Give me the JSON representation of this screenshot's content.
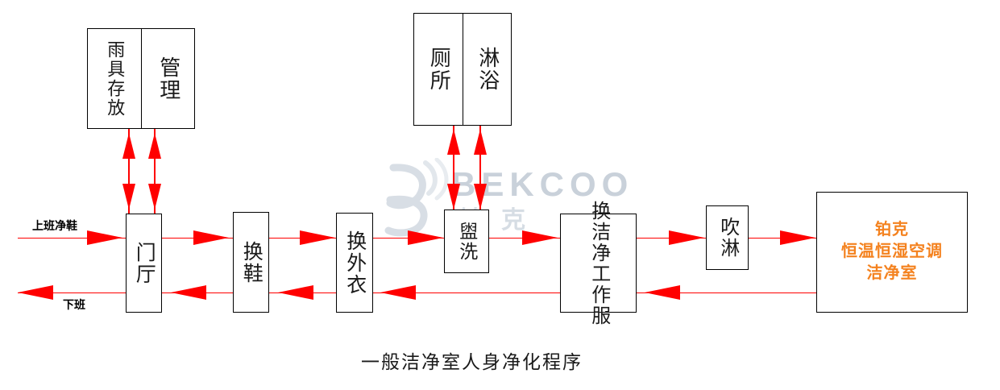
{
  "diagram": {
    "caption": "一般洁净室人身净化程序",
    "watermark": {
      "brand_latin": "BEKCOO",
      "brand_cn": "铂克"
    },
    "colors": {
      "flow_line": "#ff0000",
      "box_border": "#000000",
      "brand_orange": "#f4821f",
      "watermark_gray": "#c9d1da",
      "text": "#1a1a1a"
    },
    "top_groups": [
      {
        "name": "entrance-support-group",
        "cells": [
          "雨具存放",
          "管理"
        ]
      },
      {
        "name": "sanitary-group",
        "cells": [
          "厕所",
          "淋浴"
        ]
      }
    ],
    "nodes": [
      {
        "id": "menting",
        "label": "门厅"
      },
      {
        "id": "huanxie",
        "label": "换鞋"
      },
      {
        "id": "huanwaiyi",
        "label": "换外衣"
      },
      {
        "id": "guanxi",
        "label": "盥洗"
      },
      {
        "id": "huanjiejing",
        "label": "换洁净工作服"
      },
      {
        "id": "chuilin",
        "label": "吹淋"
      }
    ],
    "cleanroom": {
      "line1": "铂克",
      "line2": "恒温恒湿空调",
      "line3": "洁净室"
    },
    "edge_labels": {
      "inbound": "上班净鞋",
      "outbound": "下班"
    }
  }
}
